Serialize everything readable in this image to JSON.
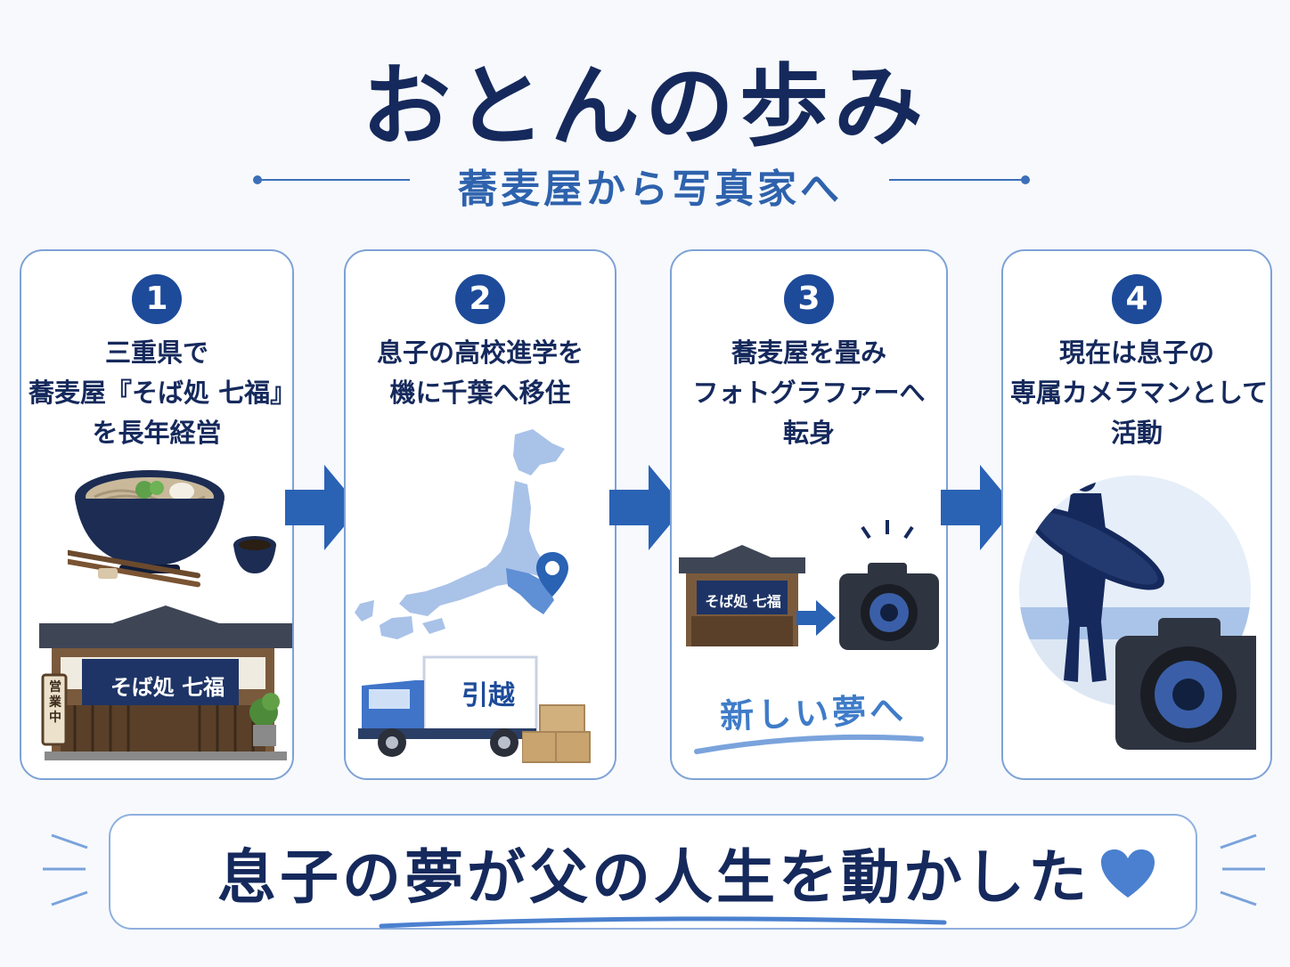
{
  "header": {
    "title": "おとんの歩み",
    "subtitle": "蕎麦屋から写真家へ"
  },
  "steps": [
    {
      "number": "1",
      "lines": [
        "三重県で",
        "蕎麦屋『そば処 七福』",
        "を長年経営"
      ],
      "illustration": {
        "noren_text": "そば処 七福",
        "sign_text": "営業中",
        "icons": [
          "soba-bowl-icon",
          "chopsticks-icon",
          "soba-shop-icon",
          "potted-plant-icon"
        ]
      }
    },
    {
      "number": "2",
      "lines": [
        "息子の高校進学を",
        "機に千葉へ移住"
      ],
      "illustration": {
        "truck_text": "引越",
        "icons": [
          "japan-map-icon",
          "location-pin-icon",
          "moving-truck-icon",
          "boxes-icon"
        ]
      }
    },
    {
      "number": "3",
      "lines": [
        "蕎麦屋を畳み",
        "フォトグラファーへ",
        "転身"
      ],
      "illustration": {
        "noren_text": "そば処 七福",
        "caption": "新しい夢へ",
        "icons": [
          "soba-shop-icon",
          "arrow-right-icon",
          "camera-icon"
        ]
      }
    },
    {
      "number": "4",
      "lines": [
        "現在は息子の",
        "専属カメラマンとして",
        "活動"
      ],
      "illustration": {
        "icons": [
          "surfer-icon",
          "ocean-icon",
          "camera-icon"
        ]
      }
    }
  ],
  "footer": {
    "message": "息子の夢が父の人生を動かした",
    "icon": "heart-icon"
  },
  "colors": {
    "navy": "#15295c",
    "accent_blue": "#1d4b9a",
    "light_blue": "#7ea2d6",
    "arrow_blue": "#2a62b4"
  }
}
